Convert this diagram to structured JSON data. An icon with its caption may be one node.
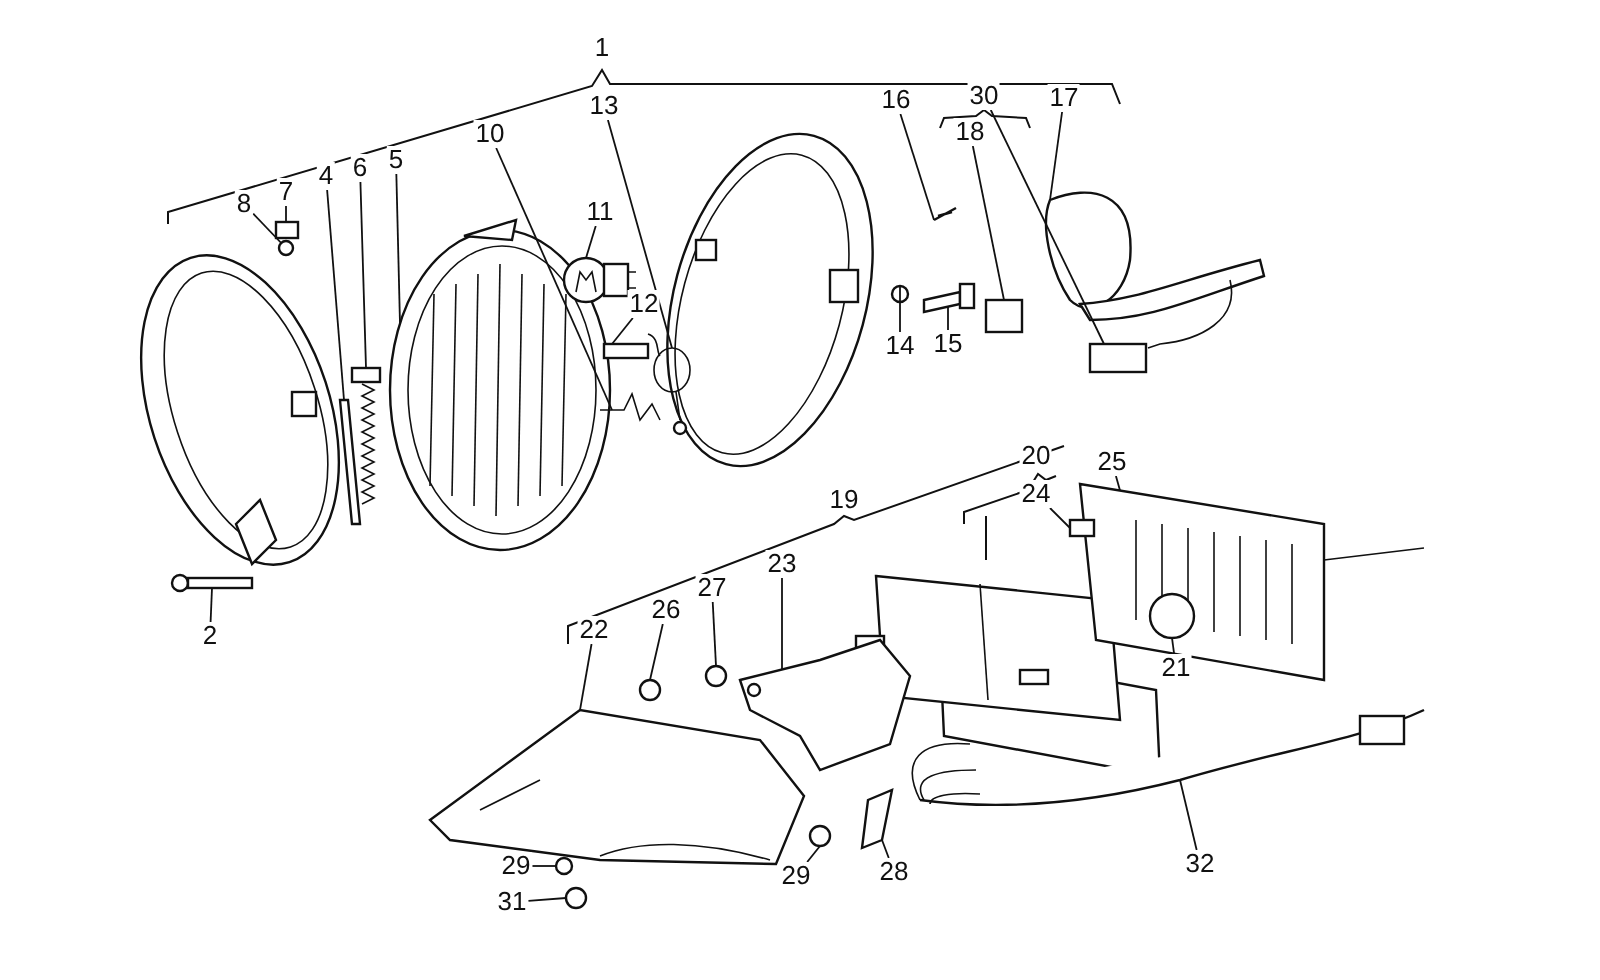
{
  "diagram": {
    "nodes": [
      {
        "text": [
          "1"
        ]
      },
      {
        "text": [
          "30"
        ]
      },
      {
        "text": [
          "17"
        ]
      },
      {
        "text": [
          "16"
        ]
      },
      {
        "text": [
          "13"
        ]
      },
      {
        "text": [
          "18"
        ]
      },
      {
        "text": [
          "10"
        ]
      },
      {
        "text": [
          "5"
        ]
      },
      {
        "text": [
          "6"
        ]
      },
      {
        "text": [
          "4"
        ]
      },
      {
        "text": [
          "7"
        ]
      },
      {
        "text": [
          "8"
        ]
      },
      {
        "text": [
          "11"
        ]
      },
      {
        "text": [
          "12"
        ]
      },
      {
        "text": [
          "15"
        ]
      },
      {
        "text": [
          "14"
        ]
      },
      {
        "text": [
          "20"
        ]
      },
      {
        "text": [
          "25"
        ]
      },
      {
        "text": [
          "24"
        ]
      },
      {
        "text": [
          "19"
        ]
      },
      {
        "text": [
          "23"
        ]
      },
      {
        "text": [
          "27"
        ]
      },
      {
        "text": [
          "26"
        ]
      },
      {
        "text": [
          "2"
        ]
      },
      {
        "text": [
          "22"
        ]
      },
      {
        "text": [
          "21"
        ]
      },
      {
        "text": [
          "32"
        ]
      },
      {
        "text": [
          "29"
        ]
      },
      {
        "text": [
          "29"
        ]
      },
      {
        "text": [
          "28"
        ]
      },
      {
        "text": [
          "31"
        ]
      },
      {
        "text": [],
        "shape": "box"
      },
      {
        "text": [],
        "shape": "circle"
      },
      {
        "text": [],
        "shape": "picture"
      },
      {
        "text": [],
        "shape": "picture"
      },
      {
        "text": [],
        "shape": "picture"
      },
      {
        "text": [],
        "shape": "picture"
      },
      {
        "text": [],
        "shape": "box"
      },
      {
        "text": [],
        "shape": "picture"
      },
      {
        "text": [],
        "shape": "picture"
      },
      {
        "text": [],
        "shape": "picture"
      },
      {
        "text": [],
        "shape": "circle"
      },
      {
        "text": [],
        "shape": "picture"
      },
      {
        "text": [],
        "shape": "box"
      },
      {
        "text": [],
        "shape": "picture"
      },
      {
        "text": [],
        "shape": "box"
      },
      {
        "text": [],
        "shape": "picture"
      },
      {
        "text": [],
        "shape": "box",
        "in": 46
      },
      {
        "text": [],
        "shape": "circle",
        "in": 46
      },
      {
        "text": [],
        "shape": "picture"
      },
      {
        "text": [],
        "shape": "circle"
      },
      {
        "text": [],
        "shape": "circle"
      },
      {
        "text": [],
        "shape": "box"
      },
      {
        "text": [],
        "shape": "picture"
      },
      {
        "text": [],
        "shape": "picture"
      },
      {
        "text": [],
        "shape": "circle"
      },
      {
        "text": [],
        "shape": "circle"
      },
      {
        "text": [],
        "shape": "circle"
      },
      {
        "text": [],
        "shape": "picture"
      }
    ],
    "edges": [
      {
        "from": 2,
        "to": 44,
        "arrow": "none"
      },
      {
        "from": 3,
        "to": 40,
        "arrow": "none"
      },
      {
        "from": 4,
        "to": 38,
        "arrow": "none"
      },
      {
        "from": 5,
        "to": 43,
        "arrow": "none"
      },
      {
        "from": 1,
        "to": 45,
        "arrow": "none"
      },
      {
        "from": 6,
        "to": 39,
        "arrow": "none"
      },
      {
        "from": 7,
        "to": 35,
        "arrow": "none"
      },
      {
        "from": 8,
        "to": 34,
        "arrow": "none"
      },
      {
        "from": 9,
        "to": 33,
        "arrow": "none"
      },
      {
        "from": 10,
        "to": 31,
        "arrow": "none"
      },
      {
        "from": 11,
        "to": 32,
        "arrow": "none"
      },
      {
        "from": 12,
        "to": 36,
        "arrow": "none"
      },
      {
        "from": 13,
        "to": 37,
        "arrow": "none"
      },
      {
        "from": 14,
        "to": 42,
        "arrow": "none"
      },
      {
        "from": 15,
        "to": 41,
        "arrow": "none"
      },
      {
        "from": 17,
        "to": 46,
        "arrow": "none"
      },
      {
        "from": 18,
        "to": 47,
        "arrow": "none"
      },
      {
        "from": 20,
        "to": 49,
        "arrow": "none"
      },
      {
        "from": 21,
        "to": 50,
        "arrow": "none"
      },
      {
        "from": 22,
        "to": 51,
        "arrow": "none"
      },
      {
        "from": 23,
        "to": 52,
        "arrow": "none"
      },
      {
        "from": 24,
        "to": 53,
        "arrow": "none"
      },
      {
        "from": 25,
        "to": 48,
        "arrow": "none"
      },
      {
        "from": 26,
        "to": 54,
        "arrow": "none"
      },
      {
        "from": 27,
        "to": 55,
        "arrow": "none"
      },
      {
        "from": 28,
        "to": 57,
        "arrow": "none"
      },
      {
        "from": 29,
        "to": 58,
        "arrow": "none"
      },
      {
        "from": 30,
        "to": 56,
        "arrow": "none"
      }
    ]
  }
}
